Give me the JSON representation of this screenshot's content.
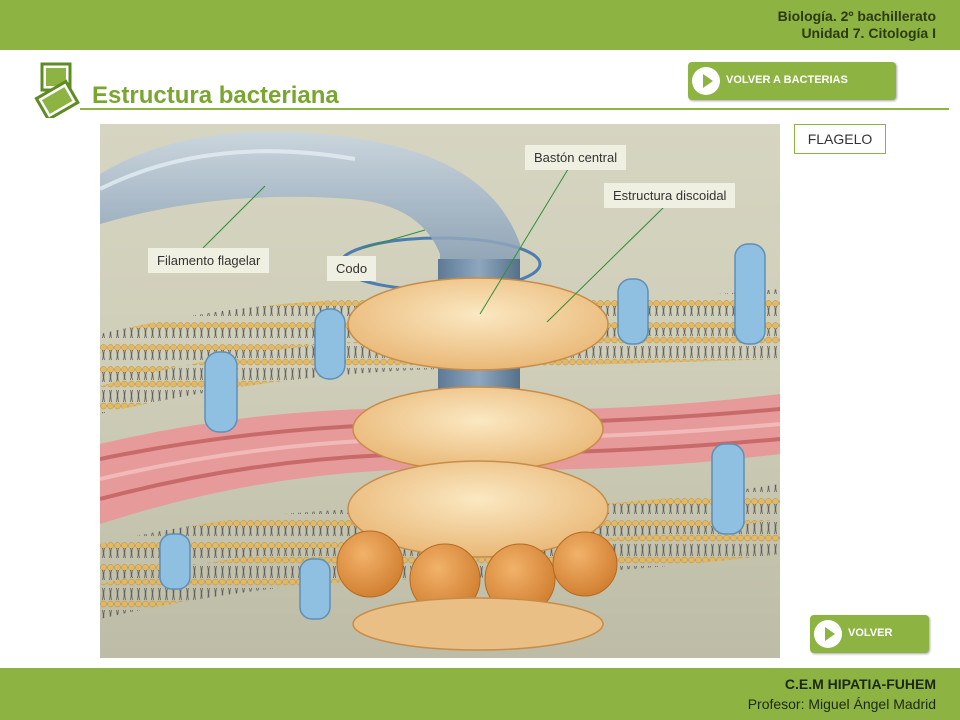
{
  "header": {
    "course": "Biología. 2º bachillerato",
    "unit": "Unidad 7. Citología I"
  },
  "page": {
    "title": "Estructura bacteriana"
  },
  "buttons": {
    "back_to_bacteria": "VOLVER A BACTERIAS",
    "back": "VOLVER"
  },
  "section": {
    "label": "FLAGELO"
  },
  "diagram": {
    "labels": {
      "central_rod": "Bastón central",
      "discoid_structure": "Estructura discoidal",
      "flagellar_filament": "Filamento flagelar",
      "hook": "Codo"
    }
  },
  "footer": {
    "school": "C.E.M HIPATIA-FUHEM",
    "teacher": "Profesor: Miguel Ángel Madrid"
  },
  "colors": {
    "brand_green": "#8db443",
    "title_green": "#7aa630"
  }
}
